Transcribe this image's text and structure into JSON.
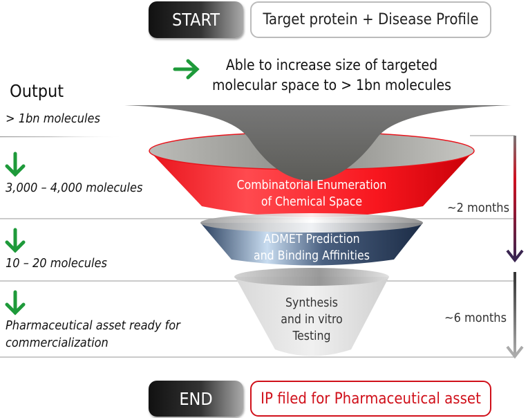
{
  "start": {
    "label": "START",
    "text": "Target protein + Disease Profile"
  },
  "headline": {
    "line1": "Able to increase size of targeted",
    "line2": "molecular space to > 1bn molecules",
    "icon": "arrow-right-icon"
  },
  "output": {
    "title": "Output",
    "stages": [
      {
        "label": "> 1bn molecules"
      },
      {
        "label": "3,000 – 4,000 molecules"
      },
      {
        "label": "10 – 20 molecules"
      },
      {
        "label_line1": "Pharmaceutical asset ready for",
        "label_line2": "commercialization"
      }
    ]
  },
  "funnel": {
    "red": {
      "line1": "Combinatorial Enumeration",
      "line2": "of Chemical Space"
    },
    "blue": {
      "line1": "ADMET Prediction",
      "line2": "and Binding Affinities"
    },
    "gray": {
      "line1": "Synthesis",
      "line2": "and in vitro",
      "line3": "Testing"
    }
  },
  "durations": {
    "first": "~2 months",
    "second": "~6 months"
  },
  "end": {
    "label": "END",
    "text": "IP filed for Pharmaceutical asset"
  },
  "colors": {
    "green": "#1e9a3a",
    "red": "#e8141c",
    "blue": "#2a3f5e",
    "accent_red": "#d0101a"
  }
}
